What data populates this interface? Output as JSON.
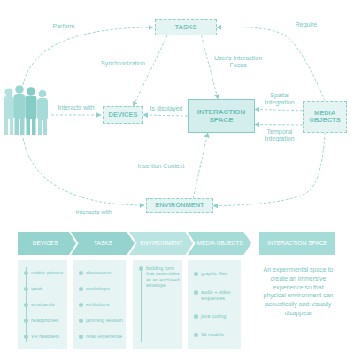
{
  "diagram": {
    "nodes": [
      {
        "text": [
          "TASKS"
        ]
      },
      {
        "text": [
          "DEVICES"
        ]
      },
      {
        "text": [
          "INTERACTION SPACE"
        ]
      },
      {
        "text": [
          "MEDIA OBJECTS"
        ]
      },
      {
        "text": [
          "ENVIRONMENT"
        ]
      },
      {
        "text": [
          "DEVICES"
        ]
      },
      {
        "text": [
          "TASKS"
        ]
      },
      {
        "text": [
          "ENVIRONMENT"
        ]
      },
      {
        "text": [
          "MEDIA OBJECTS"
        ]
      },
      {
        "text": [
          "INTERACTION SPACE"
        ]
      },
      {
        "text": [
          "mobile phones",
          "ipads",
          "wristbands",
          "headphones",
          "VR headsets"
        ]
      },
      {
        "text": [
          "classrooms",
          "workshops",
          "exhibitions",
          "jamming session",
          "retail experience"
        ]
      },
      {
        "text": [
          "building form that assembles as an enclosed envelope"
        ]
      },
      {
        "text": [
          "graphic files",
          "audio + video sequences",
          "java coding",
          "3d models"
        ]
      }
    ],
    "edges": [
      {
        "from": 3,
        "to": 0,
        "label": "Require",
        "arrow": "to"
      },
      {
        "from": 0,
        "to": 1,
        "label": "Synchronization",
        "arrow": "to"
      },
      {
        "from": 0,
        "to": 2,
        "label": "User's Interaction Focus",
        "arrow": "to"
      },
      {
        "from": 2,
        "to": 1,
        "label": "Is displayed",
        "arrow": "to"
      },
      {
        "from": 3,
        "to": 2,
        "label": "Spatial Integration",
        "arrow": "to"
      },
      {
        "from": 3,
        "to": 2,
        "label": "Temporal Integration",
        "arrow": "to"
      },
      {
        "from": 4,
        "to": 2,
        "label": "Insertion Context",
        "arrow": "to"
      },
      {
        "from": 3,
        "to": 4,
        "arrow": "to"
      }
    ],
    "labels": [
      "Perform",
      "Interacts with",
      "Interacts with",
      "An experimental space to create an immersive experience so that physical environment can acoustically and visually disappear"
    ]
  }
}
